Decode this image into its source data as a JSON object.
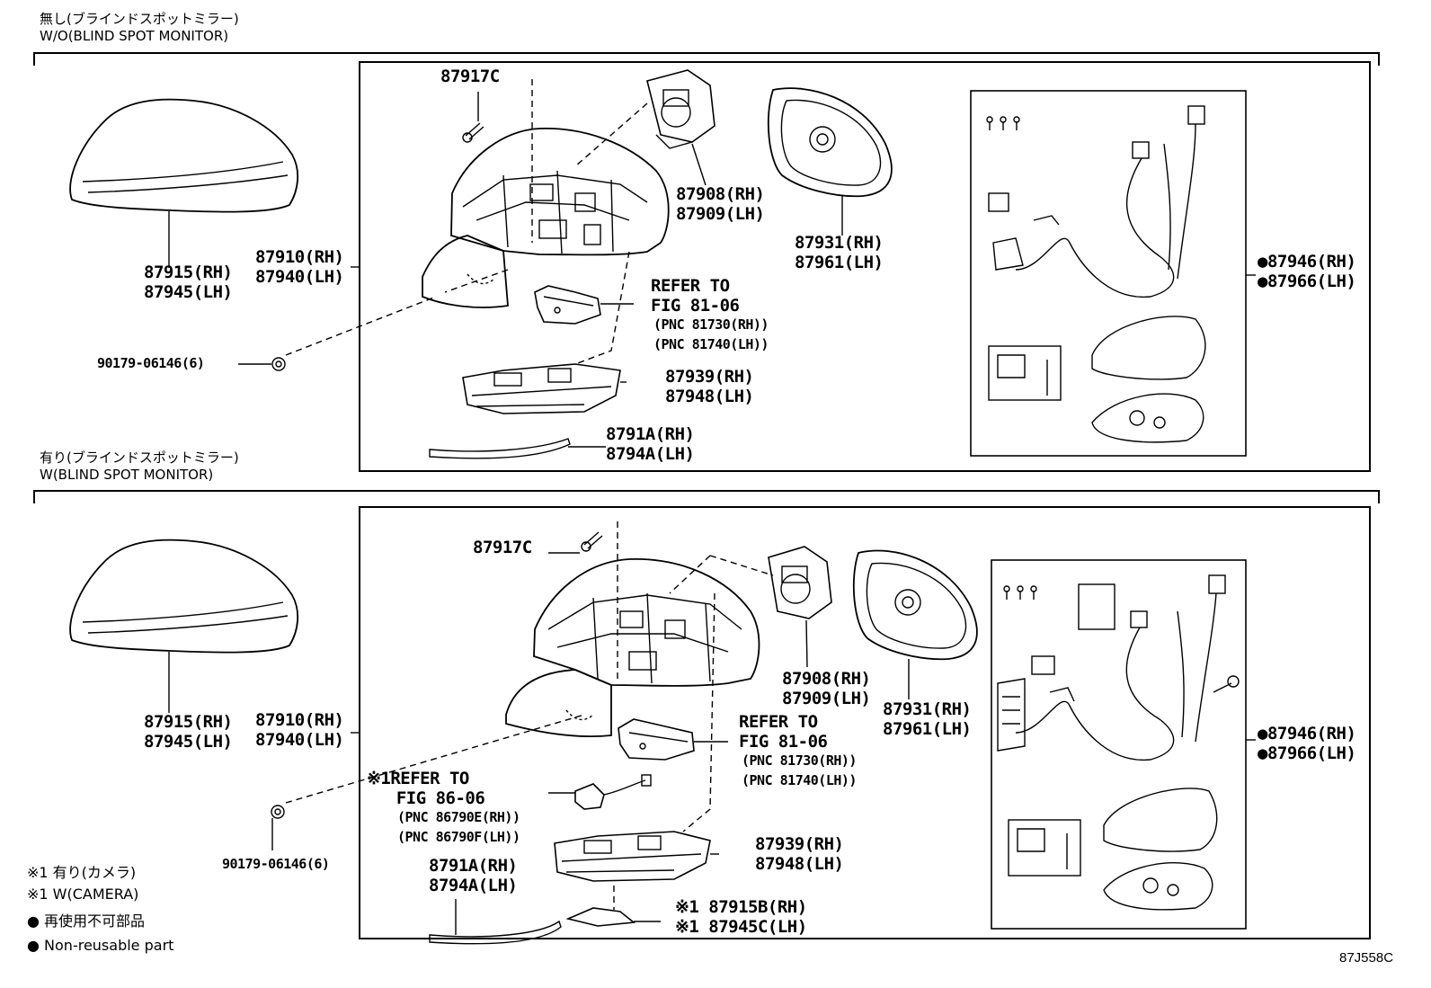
{
  "sections": {
    "top": {
      "title_jp": "無し(ブラインドスポットミラー)",
      "title_en": "W/O(BLIND SPOT MONITOR)"
    },
    "bottom": {
      "title_jp": "有り(ブラインドスポットミラー)",
      "title_en": "W(BLIND SPOT MONITOR)"
    }
  },
  "top_labels": {
    "cover": "87915(RH)\n87945(LH)",
    "mirror_assy": "87910(RH)\n87940(LH)",
    "screw": "87917C",
    "motor": "87908(RH)\n87909(LH)",
    "glass": "87931(RH)\n87961(LH)",
    "kit": "●87946(RH)\n●87966(LH)",
    "refer": "REFER TO\nFIG 81-06",
    "refer_pnc": "(PNC 81730(RH))\n(PNC 81740(LH))",
    "clip": "90179-06146(6)",
    "lamp": "87939(RH)\n87948(LH)",
    "garnish": "8791A(RH)\n8794A(LH)"
  },
  "bottom_labels": {
    "cover": "87915(RH)\n87945(LH)",
    "mirror_assy": "87910(RH)\n87940(LH)",
    "screw": "87917C",
    "motor": "87908(RH)\n87909(LH)",
    "glass": "87931(RH)\n87961(LH)",
    "kit": "●87946(RH)\n●87966(LH)",
    "refer": "REFER TO\nFIG 81-06",
    "refer_pnc": "(PNC 81730(RH))\n(PNC 81740(LH))",
    "camera_refer": "※1REFER TO\n   FIG 86-06",
    "camera_pnc": "(PNC 86790E(RH))\n(PNC 86790F(LH))",
    "clip": "90179-06146(6)",
    "lamp": "87939(RH)\n87948(LH)",
    "garnish": "8791A(RH)\n8794A(LH)",
    "camera_cover": "※1 87915B(RH)\n※1 87945C(LH)"
  },
  "legend": {
    "camera_jp": "※1 有り(カメラ)",
    "camera_en": "※1 W(CAMERA)",
    "nonreuse_jp": "● 再使用不可部品",
    "nonreuse_en": "● Non-reusable part"
  },
  "figure_code": "87J558C"
}
